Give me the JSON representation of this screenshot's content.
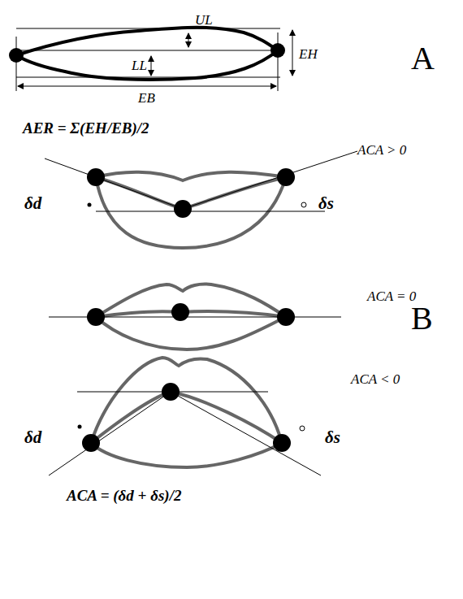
{
  "diagram": {
    "labels": [
      "UL",
      "LL",
      "EH",
      "EB",
      "AER = Σ(EH/EB)/2",
      "A",
      "ACA > 0",
      "δd",
      "δs",
      "ACA = 0",
      "ACA < 0",
      "δd",
      "δs",
      "ACA = (δd + δs)/2",
      "B"
    ]
  }
}
